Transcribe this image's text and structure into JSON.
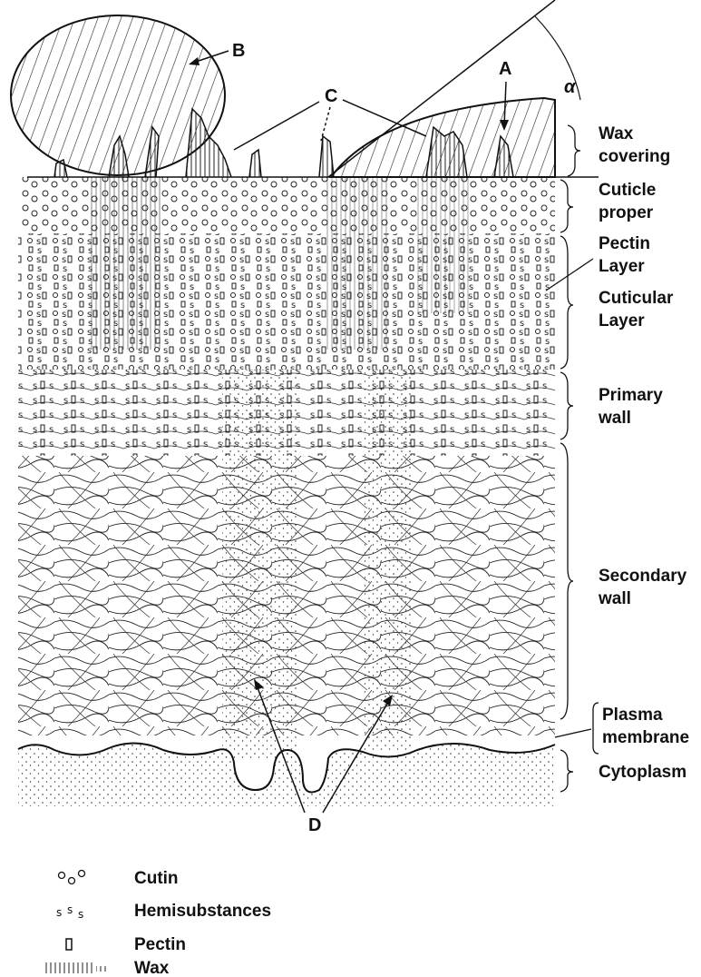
{
  "markers": {
    "a": "A",
    "b": "B",
    "c": "C",
    "d": "D",
    "alpha": "α"
  },
  "layers": {
    "wax_covering": [
      "Wax",
      "covering"
    ],
    "cuticle_proper": [
      "Cuticle",
      "proper"
    ],
    "pectin_layer": [
      "Pectin",
      "Layer"
    ],
    "cuticular_layer": [
      "Cuticular",
      "Layer"
    ],
    "primary_wall": [
      "Primary",
      "wall"
    ],
    "secondary_wall": [
      "Secondary",
      "wall"
    ],
    "plasma_membrane": [
      "Plasma",
      "membrane"
    ],
    "cytoplasm": "Cytoplasm"
  },
  "legend": [
    {
      "symbol": "cutin",
      "label": "Cutin"
    },
    {
      "symbol": "hemisubstances",
      "label": "Hemisubstances"
    },
    {
      "symbol": "pectin",
      "label": "Pectin"
    },
    {
      "symbol": "wax",
      "label": "Wax"
    }
  ]
}
